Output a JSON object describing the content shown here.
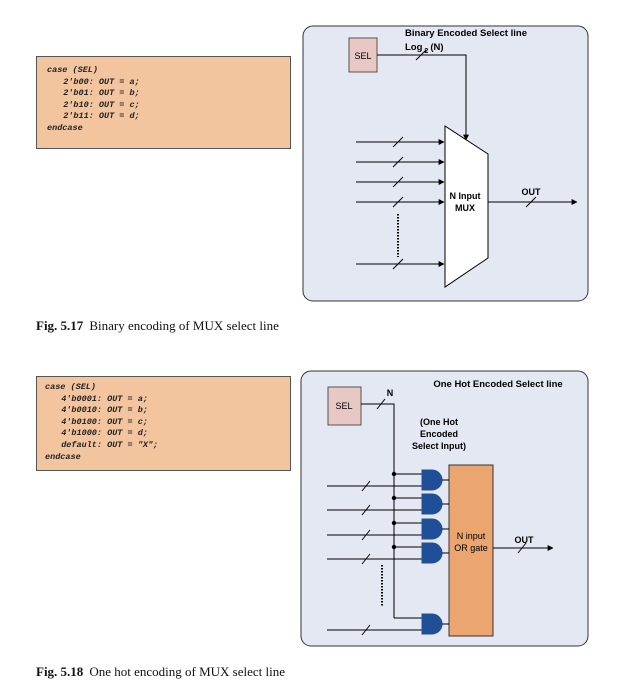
{
  "fig1": {
    "code": [
      "case (SEL)",
      "  2'b00: OUT = a;",
      "  2'b01: OUT = b;",
      "  2'b10: OUT = c;",
      "  2'b11: OUT = d;",
      "endcase"
    ],
    "title": "Binary Encoded Select line",
    "sel_label": "SEL",
    "log_prefix": "Log",
    "log_sub": "2",
    "log_suffix": "(N)",
    "mux_label_1": "N Input",
    "mux_label_2": "MUX",
    "out_label": "OUT",
    "caption_num": "Fig. 5.17",
    "caption_text": "Binary encoding of MUX select line"
  },
  "fig2": {
    "code": [
      "case (SEL)",
      "  4'b0001: OUT = a;",
      "  4'b0010: OUT = b;",
      "  4'b0100: OUT = c;",
      "  4'b1000: OUT = d;",
      "  default: OUT = \"X\";",
      "endcase"
    ],
    "title": "One Hot Encoded Select line",
    "sel_label": "SEL",
    "n_label": "N",
    "note_1": "(One Hot",
    "note_2": "Encoded",
    "note_3": "Select Input)",
    "or_label_1": "N input",
    "or_label_2": "OR gate",
    "out_label": "OUT",
    "caption_num": "Fig. 5.18",
    "caption_text": "One hot encoding of MUX select line"
  },
  "colors": {
    "code_bg": "#f3c59e",
    "panel_bg": "#e4e8f3",
    "sel_bg": "#e8c8c4",
    "gate_blue": "#1f4f96",
    "or_box": "#eba56e"
  }
}
